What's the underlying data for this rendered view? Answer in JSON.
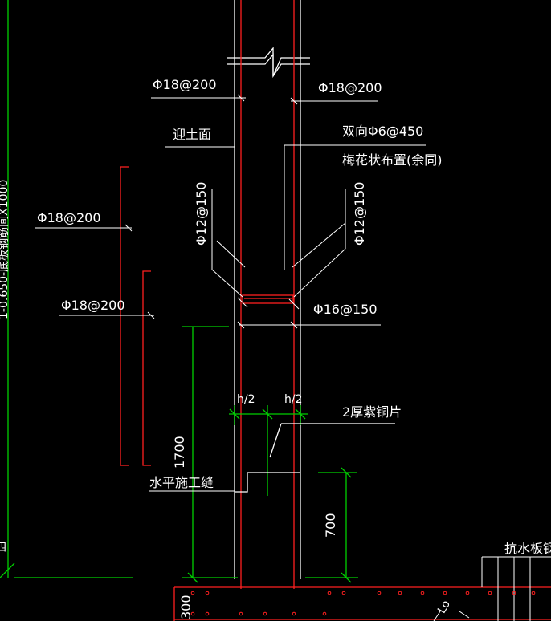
{
  "colors": {
    "background": "#000000",
    "wall_outline": "#ffffff",
    "rebar": "#ff2020",
    "dimension": "#00d000",
    "leader": "#ffffff",
    "text": "#ffffff"
  },
  "labels": {
    "phi18_left_top": "Φ18@200",
    "phi18_right_top": "Φ18@200",
    "soil_face": "迎土面",
    "tie_bar": "双向Φ6@450",
    "tie_layout": "梅花状布置(余同)",
    "phi12_left": "Φ12@150",
    "phi12_right": "Φ12@150",
    "phi18_mid_left": "Φ18@200",
    "phi18_lower_left": "Φ18@200",
    "phi16": "Φ16@150",
    "half_h_left": "h/2",
    "half_h_right": "h/2",
    "steel_plate": "2厚紫铜片",
    "construction_joint": "水平施工缝",
    "dim_1700": "1700",
    "dim_700": "700",
    "dim_300": "300",
    "anti_water_bar": "抗水板钢筋",
    "left_vertical_note": "1-0.650-底板钢筋间X1000",
    "left_edge_glyph": "四",
    "lo_mark": "Lo"
  }
}
